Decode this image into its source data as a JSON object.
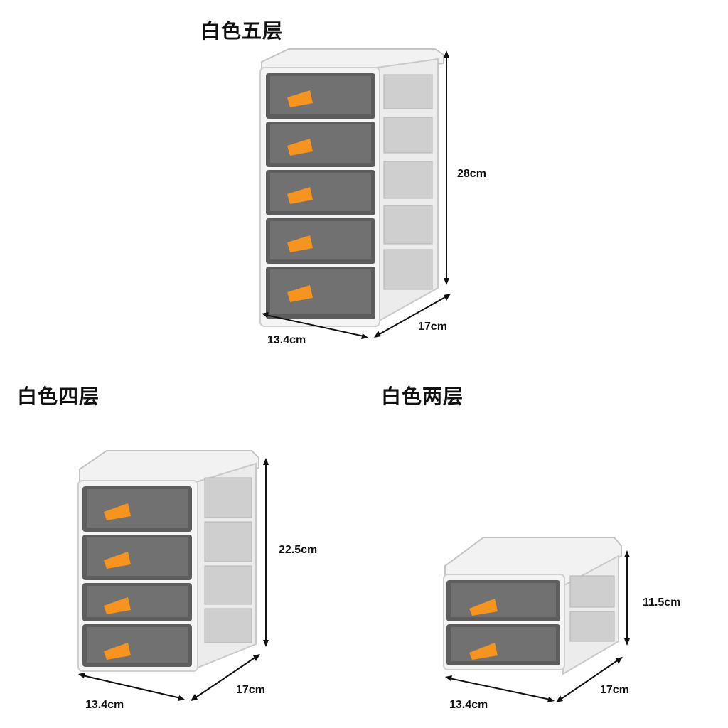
{
  "units": {
    "five": {
      "title": "白色五层",
      "height": "28cm",
      "width": "13.4cm",
      "depth": "17cm",
      "drawers": 5
    },
    "four": {
      "title": "白色四层",
      "height": "22.5cm",
      "width": "13.4cm",
      "depth": "17cm",
      "drawers": 4
    },
    "two": {
      "title": "白色两层",
      "height": "11.5cm",
      "width": "13.4cm",
      "depth": "17cm",
      "drawers": 2
    }
  },
  "colors": {
    "frame": "#e8e8e8",
    "frame_edge": "#bdbdbd",
    "drawer_dark": "#5a5a5a",
    "drawer_light": "#9a9a9a",
    "handle": "#f7941d",
    "handle_dark": "#b5651d"
  }
}
